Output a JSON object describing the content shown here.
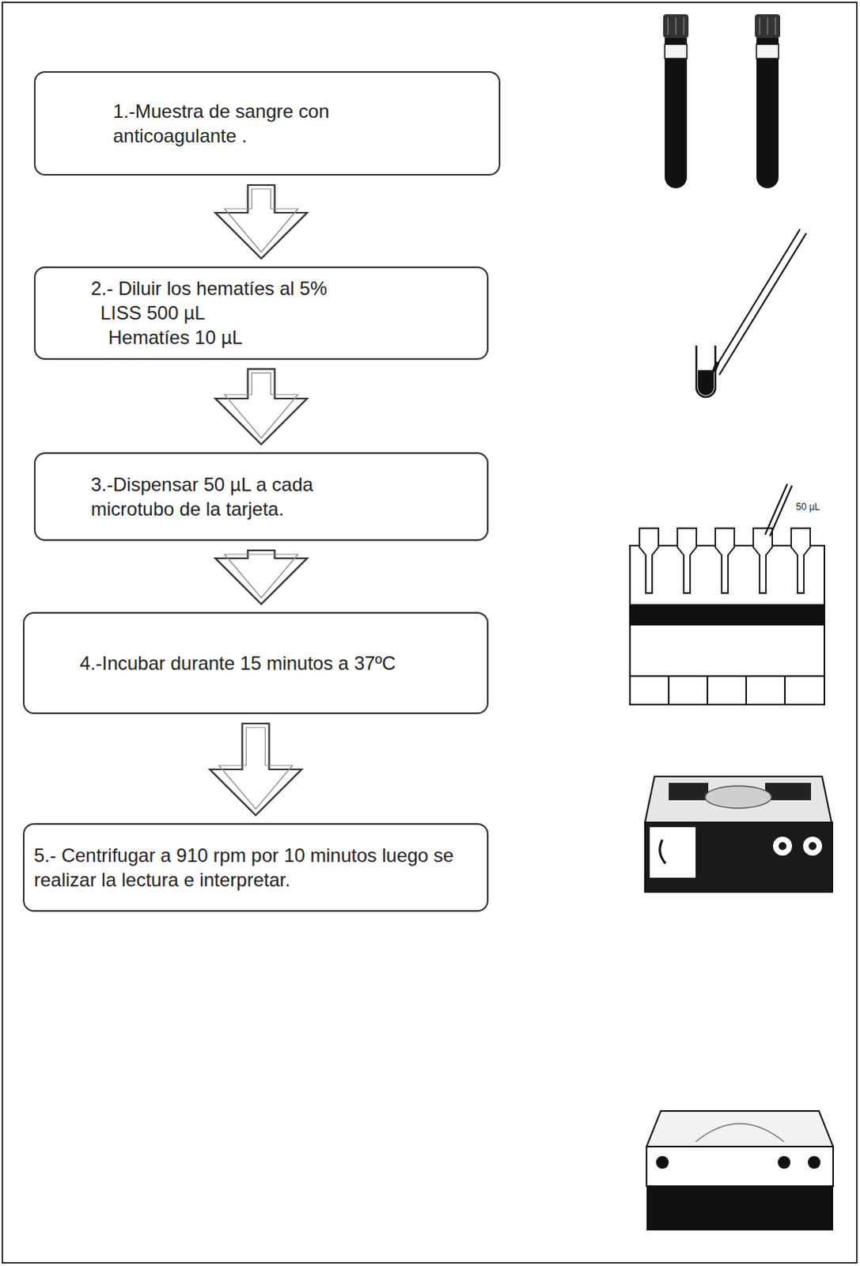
{
  "diagram": {
    "nodes": [
      {
        "text": [
          "1.-Muestra de sangre con anticoagulante ."
        ]
      },
      {
        "text": [
          "2.- Diluir los hematíes al 5%",
          "LISS 500 µL",
          "Hematíes 10 µL"
        ]
      },
      {
        "text": [
          "3.-Dispensar 50 µL a cada microtubo de la tarjeta."
        ]
      },
      {
        "text": [
          "4.-Incubar durante 15 minutos a 37ºC"
        ]
      },
      {
        "text": [
          "5.- Centrifugar a 910 rpm por 10 minutos luego se realizar la lectura e interpretar."
        ]
      }
    ],
    "edges": [
      {
        "from": 0,
        "to": 1,
        "arrow": "to"
      },
      {
        "from": 1,
        "to": 2,
        "arrow": "to"
      },
      {
        "from": 2,
        "to": 3,
        "arrow": "to"
      },
      {
        "from": 3,
        "to": 4,
        "arrow": "to"
      }
    ],
    "labels": [
      "50 µL"
    ]
  }
}
